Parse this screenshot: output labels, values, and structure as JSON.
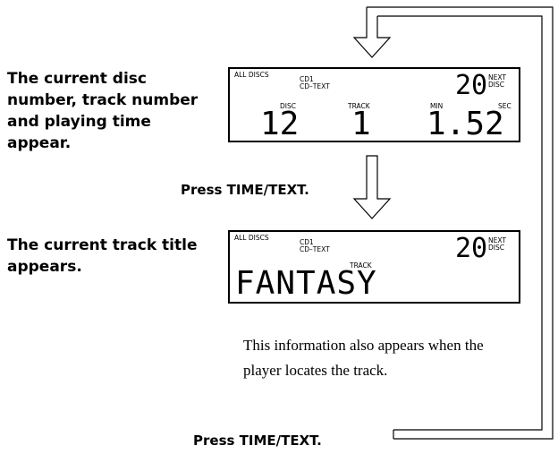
{
  "captions": {
    "disc_info": "The current disc number, track number and playing time appear.",
    "track_title": "The current track title appears.",
    "press_1": "Press TIME/TEXT.",
    "press_2": "Press TIME/TEXT.",
    "note": "This information also appears when the player locates the track."
  },
  "display1": {
    "mode": "ALL DISCS",
    "cd_label": "CD1",
    "cdtext_label": "CD–TEXT",
    "next_disc_value": "20",
    "next_label": "NEXT",
    "disc_label_small": "DISC",
    "disc_header": "DISC",
    "track_header": "TRACK",
    "min_header": "MIN",
    "sec_header": "SEC",
    "disc_value": "12",
    "track_value": "1",
    "time_value": "1.52"
  },
  "display2": {
    "mode": "ALL DISCS",
    "cd_label": "CD1",
    "cdtext_label": "CD–TEXT",
    "next_disc_value": "20",
    "next_label": "NEXT",
    "disc_label_small": "DISC",
    "track_header": "TRACK",
    "title_text": "FANTASY"
  }
}
